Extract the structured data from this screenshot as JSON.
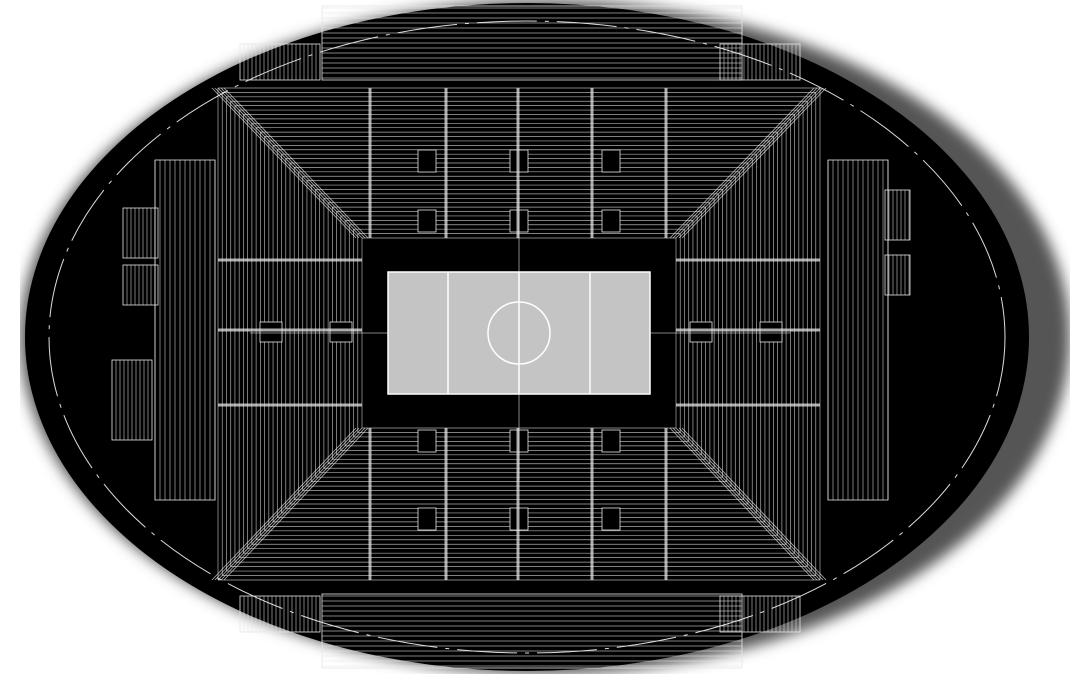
{
  "colors": {
    "background": "#ffffff",
    "arena_fill": "#000000",
    "line": "#e6e6e6",
    "court": "#c4c4c4",
    "court_lines": "#ffffff"
  },
  "icons": [
    "arena-seating-plan",
    "court",
    "center-circle"
  ]
}
